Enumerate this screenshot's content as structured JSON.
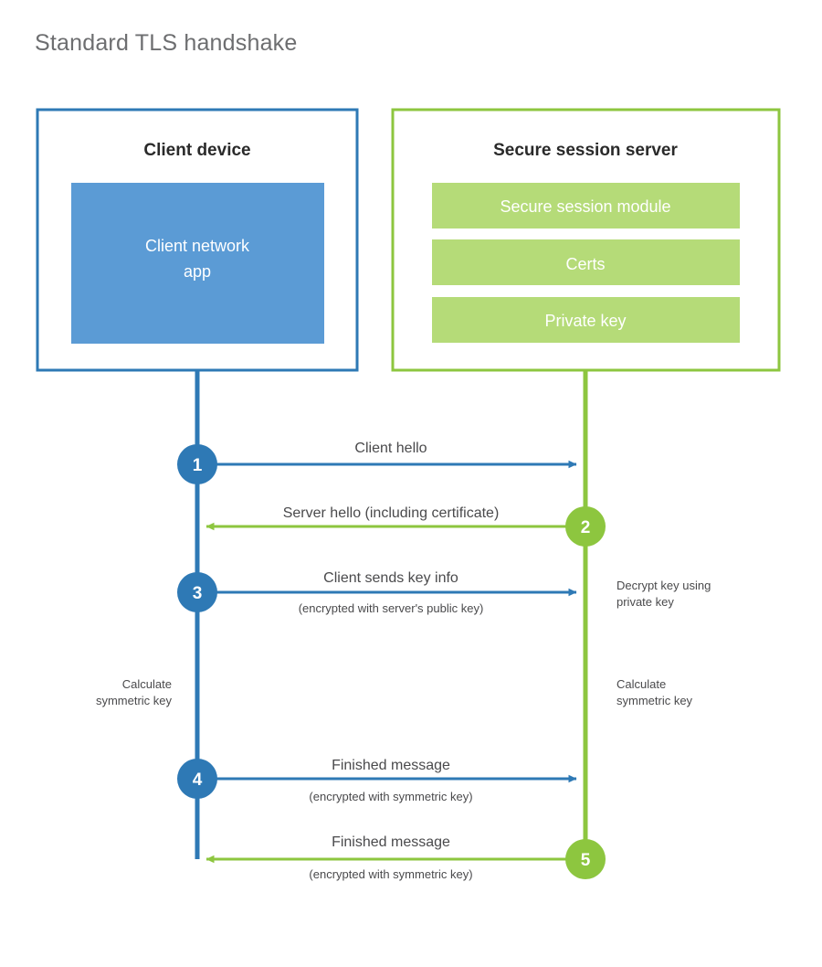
{
  "title": "Standard TLS handshake",
  "colors": {
    "client_border": "#2E79B5",
    "client_fill": "#5B9BD5",
    "server_border": "#8DC63F",
    "server_bar": "#B5DB78",
    "client_line": "#2E79B5",
    "server_line": "#8DC63F",
    "text": "#4a4a4c",
    "title_text": "#6d6e70",
    "background": "#ffffff"
  },
  "client_panel": {
    "title": "Client device",
    "app_label_line1": "Client network",
    "app_label_line2": "app"
  },
  "server_panel": {
    "title": "Secure session server",
    "bars": [
      {
        "label": "Secure session module"
      },
      {
        "label": "Certs"
      },
      {
        "label": "Private key"
      }
    ]
  },
  "steps": [
    {
      "number": "1",
      "label": "Client hello",
      "sublabel": "",
      "direction": "client-to-server",
      "origin": "client"
    },
    {
      "number": "2",
      "label": "Server hello (including certificate)",
      "sublabel": "",
      "direction": "server-to-client",
      "origin": "server"
    },
    {
      "number": "3",
      "label": "Client sends key info",
      "sublabel": "(encrypted with server's public key)",
      "direction": "client-to-server",
      "origin": "client"
    },
    {
      "number": "4",
      "label": "Finished message",
      "sublabel": "(encrypted with symmetric key)",
      "direction": "client-to-server",
      "origin": "client"
    },
    {
      "number": "5",
      "label": "Finished message",
      "sublabel": "(encrypted with symmetric key)",
      "direction": "server-to-client",
      "origin": "server"
    }
  ],
  "annotations": {
    "decrypt_line1": "Decrypt key using",
    "decrypt_line2": "private key",
    "client_calc_line1": "Calculate",
    "client_calc_line2": "symmetric key",
    "server_calc_line1": "Calculate",
    "server_calc_line2": "symmetric key"
  }
}
